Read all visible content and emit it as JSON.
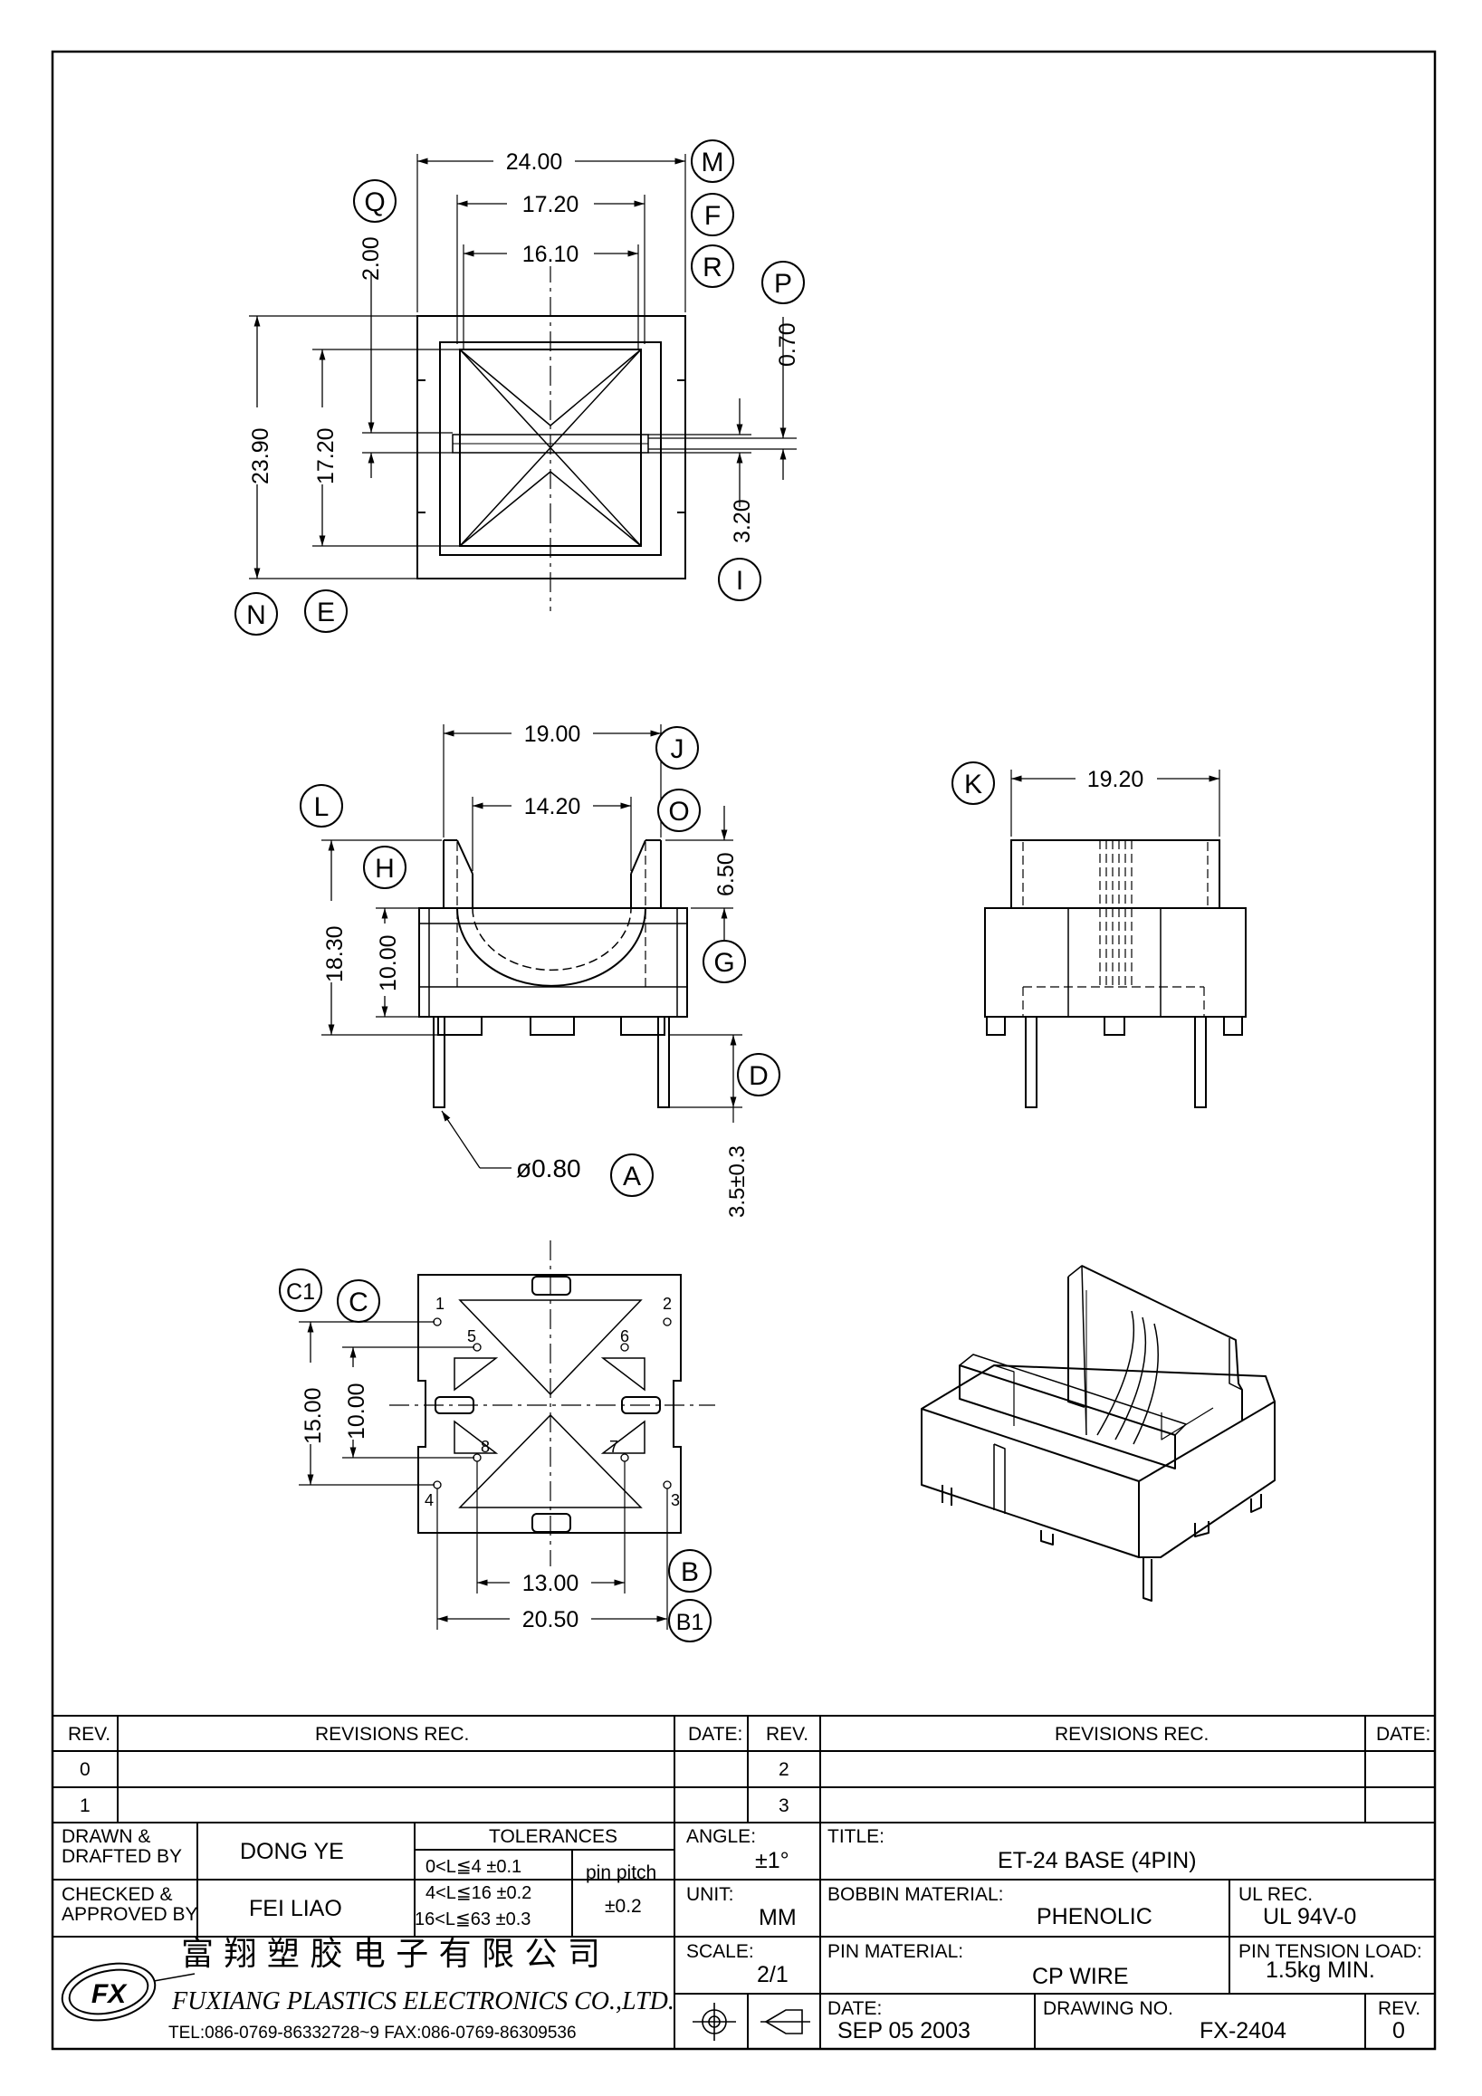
{
  "drawing": {
    "top_view": {
      "dims": {
        "w24": "24.00",
        "w1720": "17.20",
        "w1610": "16.10",
        "h200": "2.00",
        "h070": "0.70",
        "h2390": "23.90",
        "h1720": "17.20",
        "h320": "3.20"
      },
      "callouts": {
        "M": "M",
        "F": "F",
        "R": "R",
        "Q": "Q",
        "P": "P",
        "I": "I",
        "N": "N",
        "E": "E"
      }
    },
    "front_view": {
      "dims": {
        "w1900": "19.00",
        "w1420": "14.20",
        "h650": "6.50",
        "h1830": "18.30",
        "h1000": "10.00",
        "h35": "3.5±0.3",
        "pin_dia": "ø0.80"
      },
      "callouts": {
        "J": "J",
        "O": "O",
        "L": "L",
        "H": "H",
        "G": "G",
        "D": "D",
        "A": "A"
      }
    },
    "side_view": {
      "dims": {
        "w1920": "19.20"
      },
      "callouts": {
        "K": "K"
      }
    },
    "bottom_view": {
      "dims": {
        "h1500": "15.00",
        "h1000": "10.00",
        "w1300": "13.00",
        "w2050": "20.50"
      },
      "pins": [
        "1",
        "2",
        "5",
        "6",
        "8",
        "7",
        "4",
        "3"
      ],
      "callouts": {
        "C1": "C1",
        "C": "C",
        "B": "B",
        "B1": "B1"
      }
    }
  },
  "title_block": {
    "rev_table": {
      "h_rev": "REV.",
      "h_revisions": "REVISIONS   REC.",
      "h_date": "DATE:",
      "h_rev2": "REV.",
      "h_revisions2": "REVISIONS   REC.",
      "h_date2": "DATE:",
      "rows_left": [
        "0",
        "1"
      ],
      "rows_right": [
        "2",
        "3"
      ]
    },
    "drawn_label": "DRAWN &\nDRAFTED BY",
    "drawn_value": "DONG YE",
    "checked_label": "CHECKED &\nAPPROVED BY",
    "checked_value": "FEI LIAO",
    "tolerances_label": "TOLERANCES",
    "tol_lines": [
      "0<L≦4    ±0.1",
      "4<L≦16  ±0.2",
      "16<L≦63  ±0.3"
    ],
    "pin_pitch_label": "pin pitch",
    "pin_pitch_value": "±0.2",
    "angle_label": "ANGLE:",
    "angle_value": "±1°",
    "unit_label": "UNIT:",
    "unit_value": "MM",
    "scale_label": "SCALE:",
    "scale_value": "2/1",
    "title_label": "TITLE:",
    "title_value": "ET-24  BASE  (4PIN)",
    "bobbin_label": "BOBBIN MATERIAL:",
    "bobbin_value": "PHENOLIC",
    "ul_label": "UL REC.",
    "ul_value": "UL  94V-0",
    "pinmat_label": "PIN MATERIAL:",
    "pinmat_value": "CP  WIRE",
    "tension_label": "PIN TENSION  LOAD:",
    "tension_value": "1.5kg  MIN.",
    "date_label": "DATE:",
    "date_value": "SEP  05  2003",
    "dwg_label": "DRAWING  NO.",
    "dwg_value": "FX-2404",
    "rev_label": "REV.",
    "rev_value": "0",
    "company_cn": "富 翔 塑 胶 电 子 有 限 公 司",
    "company_en": "FUXIANG PLASTICS ELECTRONICS CO.,LTD.",
    "company_contact": "TEL:086-0769-86332728~9   FAX:086-0769-86309536",
    "logo_text": "FX"
  }
}
